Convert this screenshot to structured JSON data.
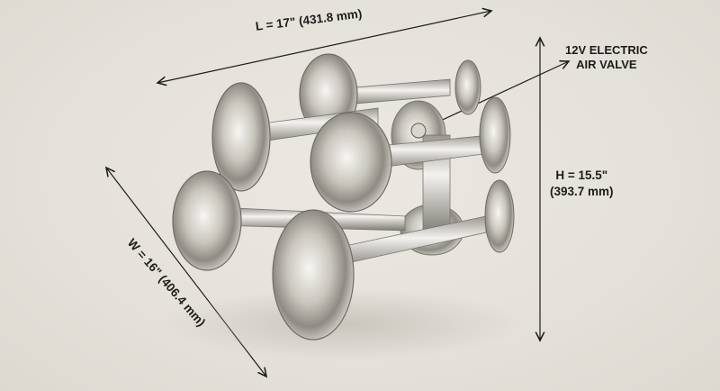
{
  "dimensions": {
    "length_label": "L = 17\" (431.8 mm)",
    "width_label": "W = 16\" (406.4 mm)",
    "height_label_line1": "H = 15.5\"",
    "height_label_line2": "(393.7 mm)"
  },
  "callout": {
    "line1": "12V ELECTRIC",
    "line2": "AIR VALVE"
  },
  "illustration": {
    "subject": "five-trumpet chrome air horn assembly (pencil sketch)",
    "trumpet_count": 5
  },
  "colors": {
    "background": "#e6e3dc",
    "line": "#1c1c1c",
    "chrome_light": "#f4f3ef",
    "chrome_dark": "#8a8780"
  }
}
